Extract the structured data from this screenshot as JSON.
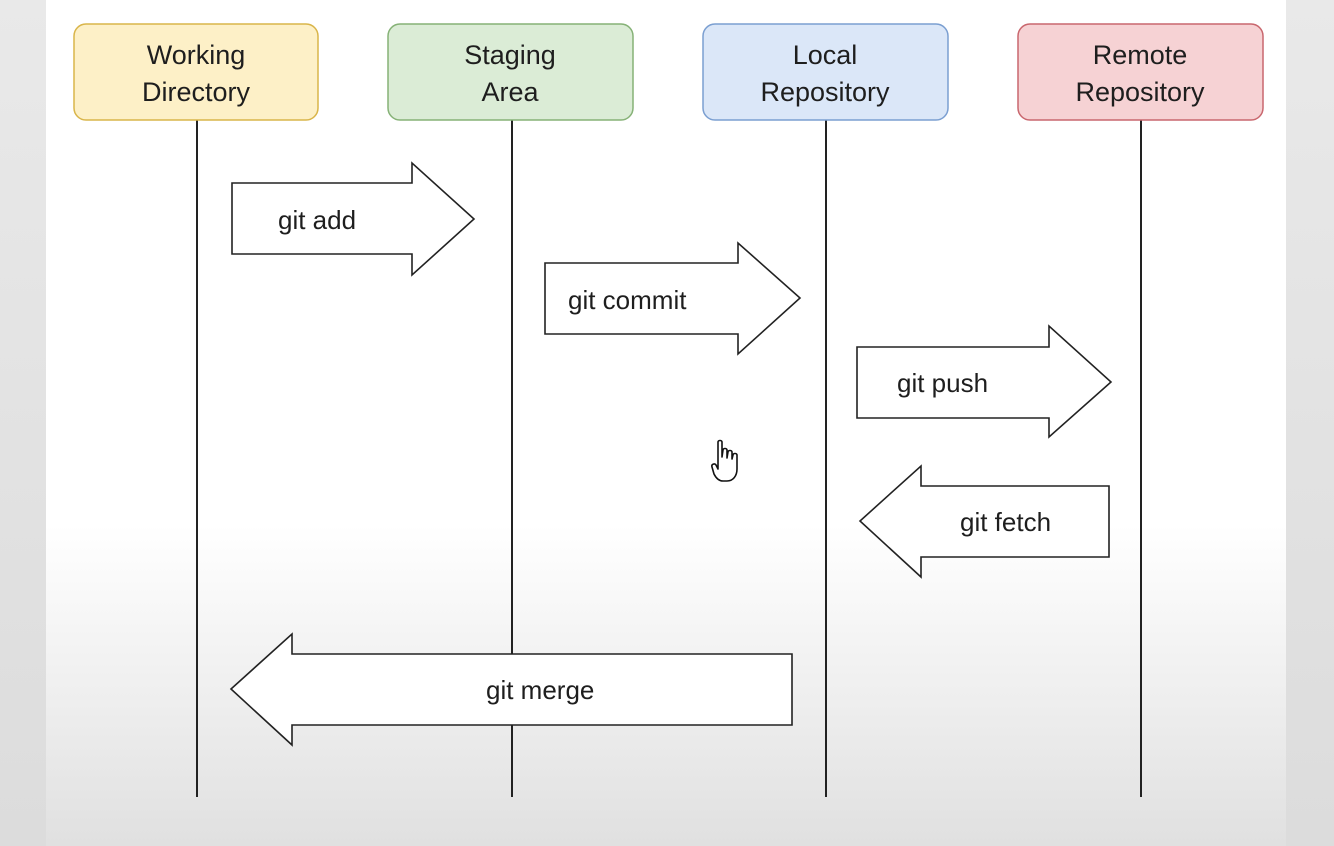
{
  "lanes": [
    {
      "label_line1": "Working",
      "label_line2": "Directory",
      "fill": "#fdf0c7",
      "stroke": "#d9b54a"
    },
    {
      "label_line1": "Staging",
      "label_line2": "Area",
      "fill": "#dbecd6",
      "stroke": "#86b277"
    },
    {
      "label_line1": "Local",
      "label_line2": "Repository",
      "fill": "#dbe7f8",
      "stroke": "#7b9fd1"
    },
    {
      "label_line1": "Remote",
      "label_line2": "Repository",
      "fill": "#f6d2d4",
      "stroke": "#c9676e"
    }
  ],
  "commands": [
    {
      "label": "git add",
      "from": "Working Directory",
      "to": "Staging Area"
    },
    {
      "label": "git commit",
      "from": "Staging Area",
      "to": "Local Repository"
    },
    {
      "label": "git push",
      "from": "Local Repository",
      "to": "Remote Repository"
    },
    {
      "label": "git fetch",
      "from": "Remote Repository",
      "to": "Local Repository"
    },
    {
      "label": "git merge",
      "from": "Local Repository",
      "to": "Working Directory"
    }
  ],
  "cursor_icon": "hand-pointer-icon"
}
